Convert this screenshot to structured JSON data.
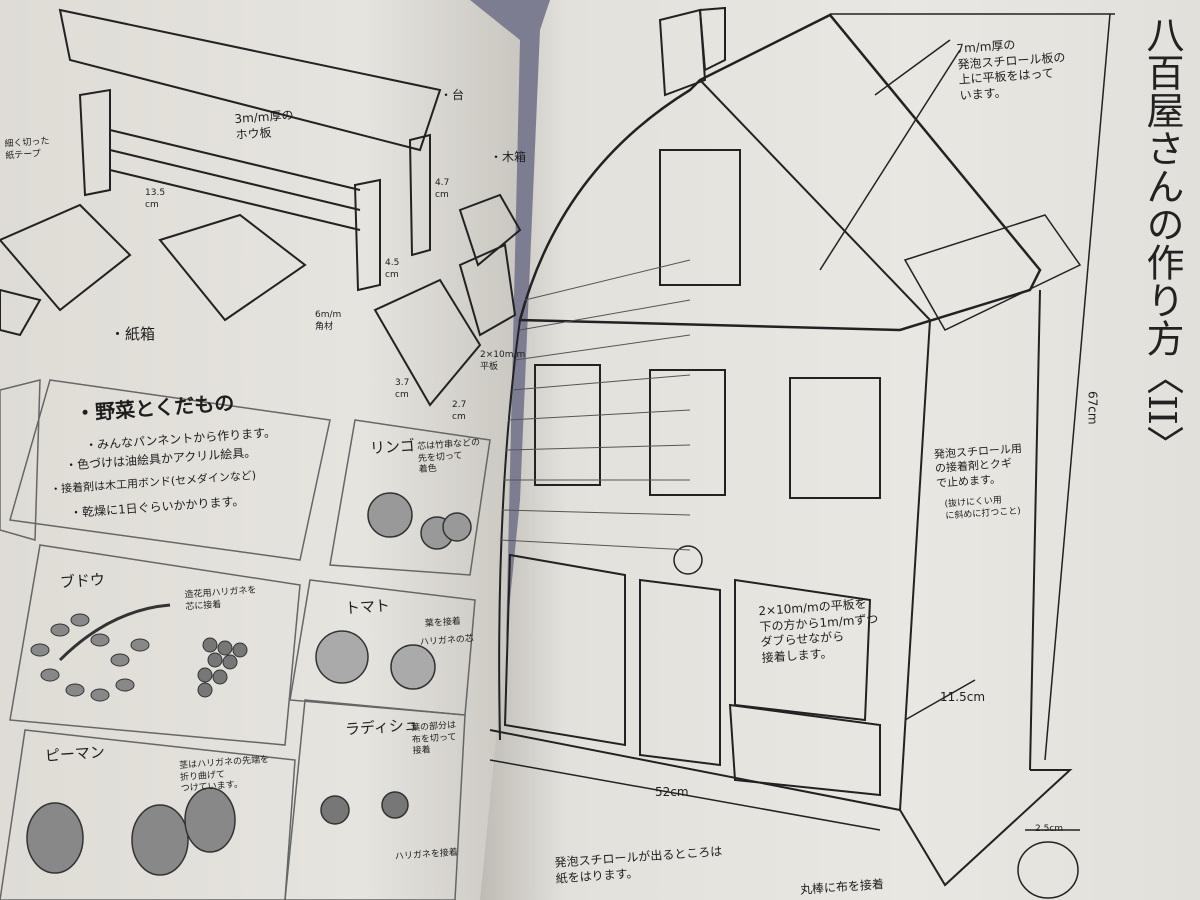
{
  "title": "八百屋さんの作り方〈II〉",
  "right_page": {
    "roof_note": "7m/m厚の\n発泡スチロール板の\n上に平板をはって\nいます。",
    "glue_note": "発泡スチロール用\nの接着剤とクギ\nで止めます。",
    "glue_subnote": "(抜けにくい用\nに斜めに打つこと)",
    "siding_note": "2×10m/mの平板を\n下の方から1m/mずつ\nダブらせながら\n接着します。",
    "paper_note": "発泡スチロールが出るところは\n紙をはります。",
    "pole_note": "丸棒に布を接着",
    "dim_height": "67cm",
    "dim_depth": "11.5cm",
    "dim_width": "52cm",
    "dim_pole": "2.5cm"
  },
  "left_page": {
    "board_label": "3m/m厚の\nホウ板",
    "stand_label": "・台",
    "tape_label": "細く切った\n紙テープ",
    "dim_13_5": "13.5\ncm",
    "dim_4_7": "4.7\ncm",
    "dim_4_5": "4.5\ncm",
    "wood_box": "・木箱",
    "paper_box": "・紙箱",
    "square_timber": "6m/m\n角材",
    "dim_3_7": "3.7\ncm",
    "dim_2_7": "2.7\ncm",
    "plank": "2×10m/m\n平板",
    "veg_heading": "・野菜とくだもの",
    "veg_lines": [
      "・みんなパンネントから作ります。",
      "・色づけは油絵具かアクリル絵具。",
      "・接着剤は木工用ボンド(セメダインなど)",
      "・乾燥に1日ぐらいかかります。"
    ],
    "apple": "リンゴ",
    "apple_note": "芯は竹串などの\n先を切って\n着色",
    "grape": "ブドウ",
    "grape_note": "造花用ハリガネを\n芯に接着",
    "tomato": "トマト",
    "tomato_note1": "葉を接着",
    "tomato_note2": "ハリガネの芯",
    "pepper": "ピーマン",
    "pepper_note": "茎はハリガネの先端を\n折り曲げて\nつけています。",
    "radish": "ラディシュ",
    "radish_note": "葉の部分は\n布を切って\n接着",
    "radish_note2": "ハリガネを接着"
  }
}
